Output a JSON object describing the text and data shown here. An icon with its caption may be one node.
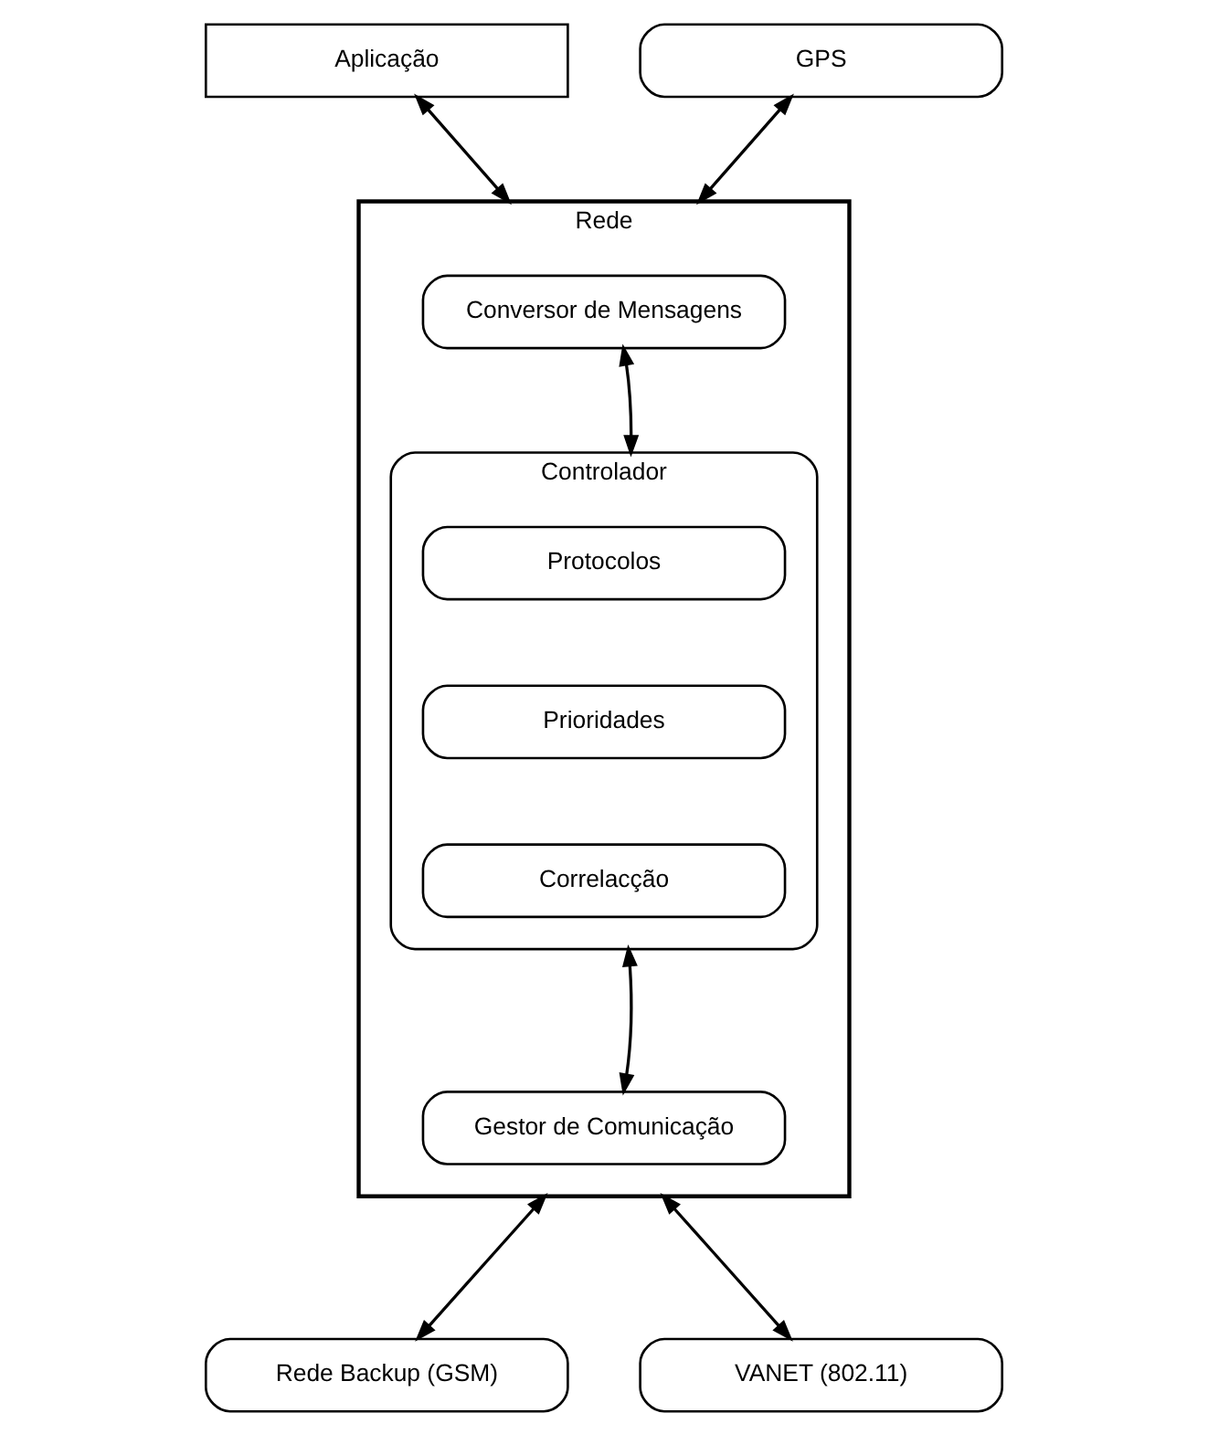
{
  "diagram": {
    "nodes": [
      {
        "text": [
          "Aplicação"
        ]
      },
      {
        "text": [
          "GPS"
        ]
      },
      {
        "text": [
          "Rede"
        ]
      },
      {
        "text": [
          "Conversor de Mensagens"
        ],
        "in": 2
      },
      {
        "text": [
          "Controlador"
        ],
        "in": 2
      },
      {
        "text": [
          "Protocolos"
        ],
        "in": 4
      },
      {
        "text": [
          "Prioridades"
        ],
        "in": 4
      },
      {
        "text": [
          "Correlacção"
        ],
        "in": 4
      },
      {
        "text": [
          "Gestor de Comunicação"
        ],
        "in": 2
      },
      {
        "text": [
          "Rede Backup (GSM)"
        ]
      },
      {
        "text": [
          "VANET (802.11)"
        ]
      }
    ],
    "edges": [
      {
        "from": 0,
        "to": 2,
        "arrow": "both"
      },
      {
        "from": 1,
        "to": 2,
        "arrow": "both"
      },
      {
        "from": 3,
        "to": 4,
        "arrow": "both"
      },
      {
        "from": 4,
        "to": 8,
        "arrow": "both"
      },
      {
        "from": 2,
        "to": 9,
        "arrow": "both"
      },
      {
        "from": 2,
        "to": 10,
        "arrow": "both"
      }
    ]
  }
}
